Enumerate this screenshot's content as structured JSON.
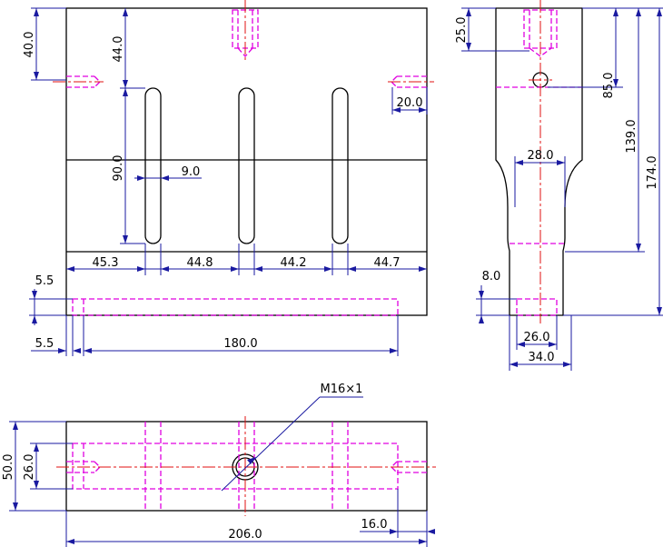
{
  "drawing": {
    "front_view": {
      "dims": {
        "d40": "40.0",
        "d44": "44.0",
        "d20": "20.0",
        "d90": "90.0",
        "d9": "9.0",
        "d453": "45.3",
        "d448": "44.8",
        "d442": "44.2",
        "d447": "44.7",
        "d55a": "5.5",
        "d55b": "5.5",
        "d180": "180.0"
      }
    },
    "side_view": {
      "dims": {
        "d25": "25.0",
        "d85": "85.0",
        "d139": "139.0",
        "d174": "174.0",
        "d28": "28.0",
        "d8": "8.0",
        "d26": "26.0",
        "d34": "34.0"
      }
    },
    "top_view": {
      "thread_callout": "M16×1",
      "dims": {
        "d50": "50.0",
        "d26": "26.0",
        "d206": "206.0",
        "d16": "16.0"
      }
    },
    "colors": {
      "object_line": "#000000",
      "dimension_line": "#1a1aa0",
      "hidden_line": "#e000e0",
      "center_line": "#e01010"
    }
  }
}
